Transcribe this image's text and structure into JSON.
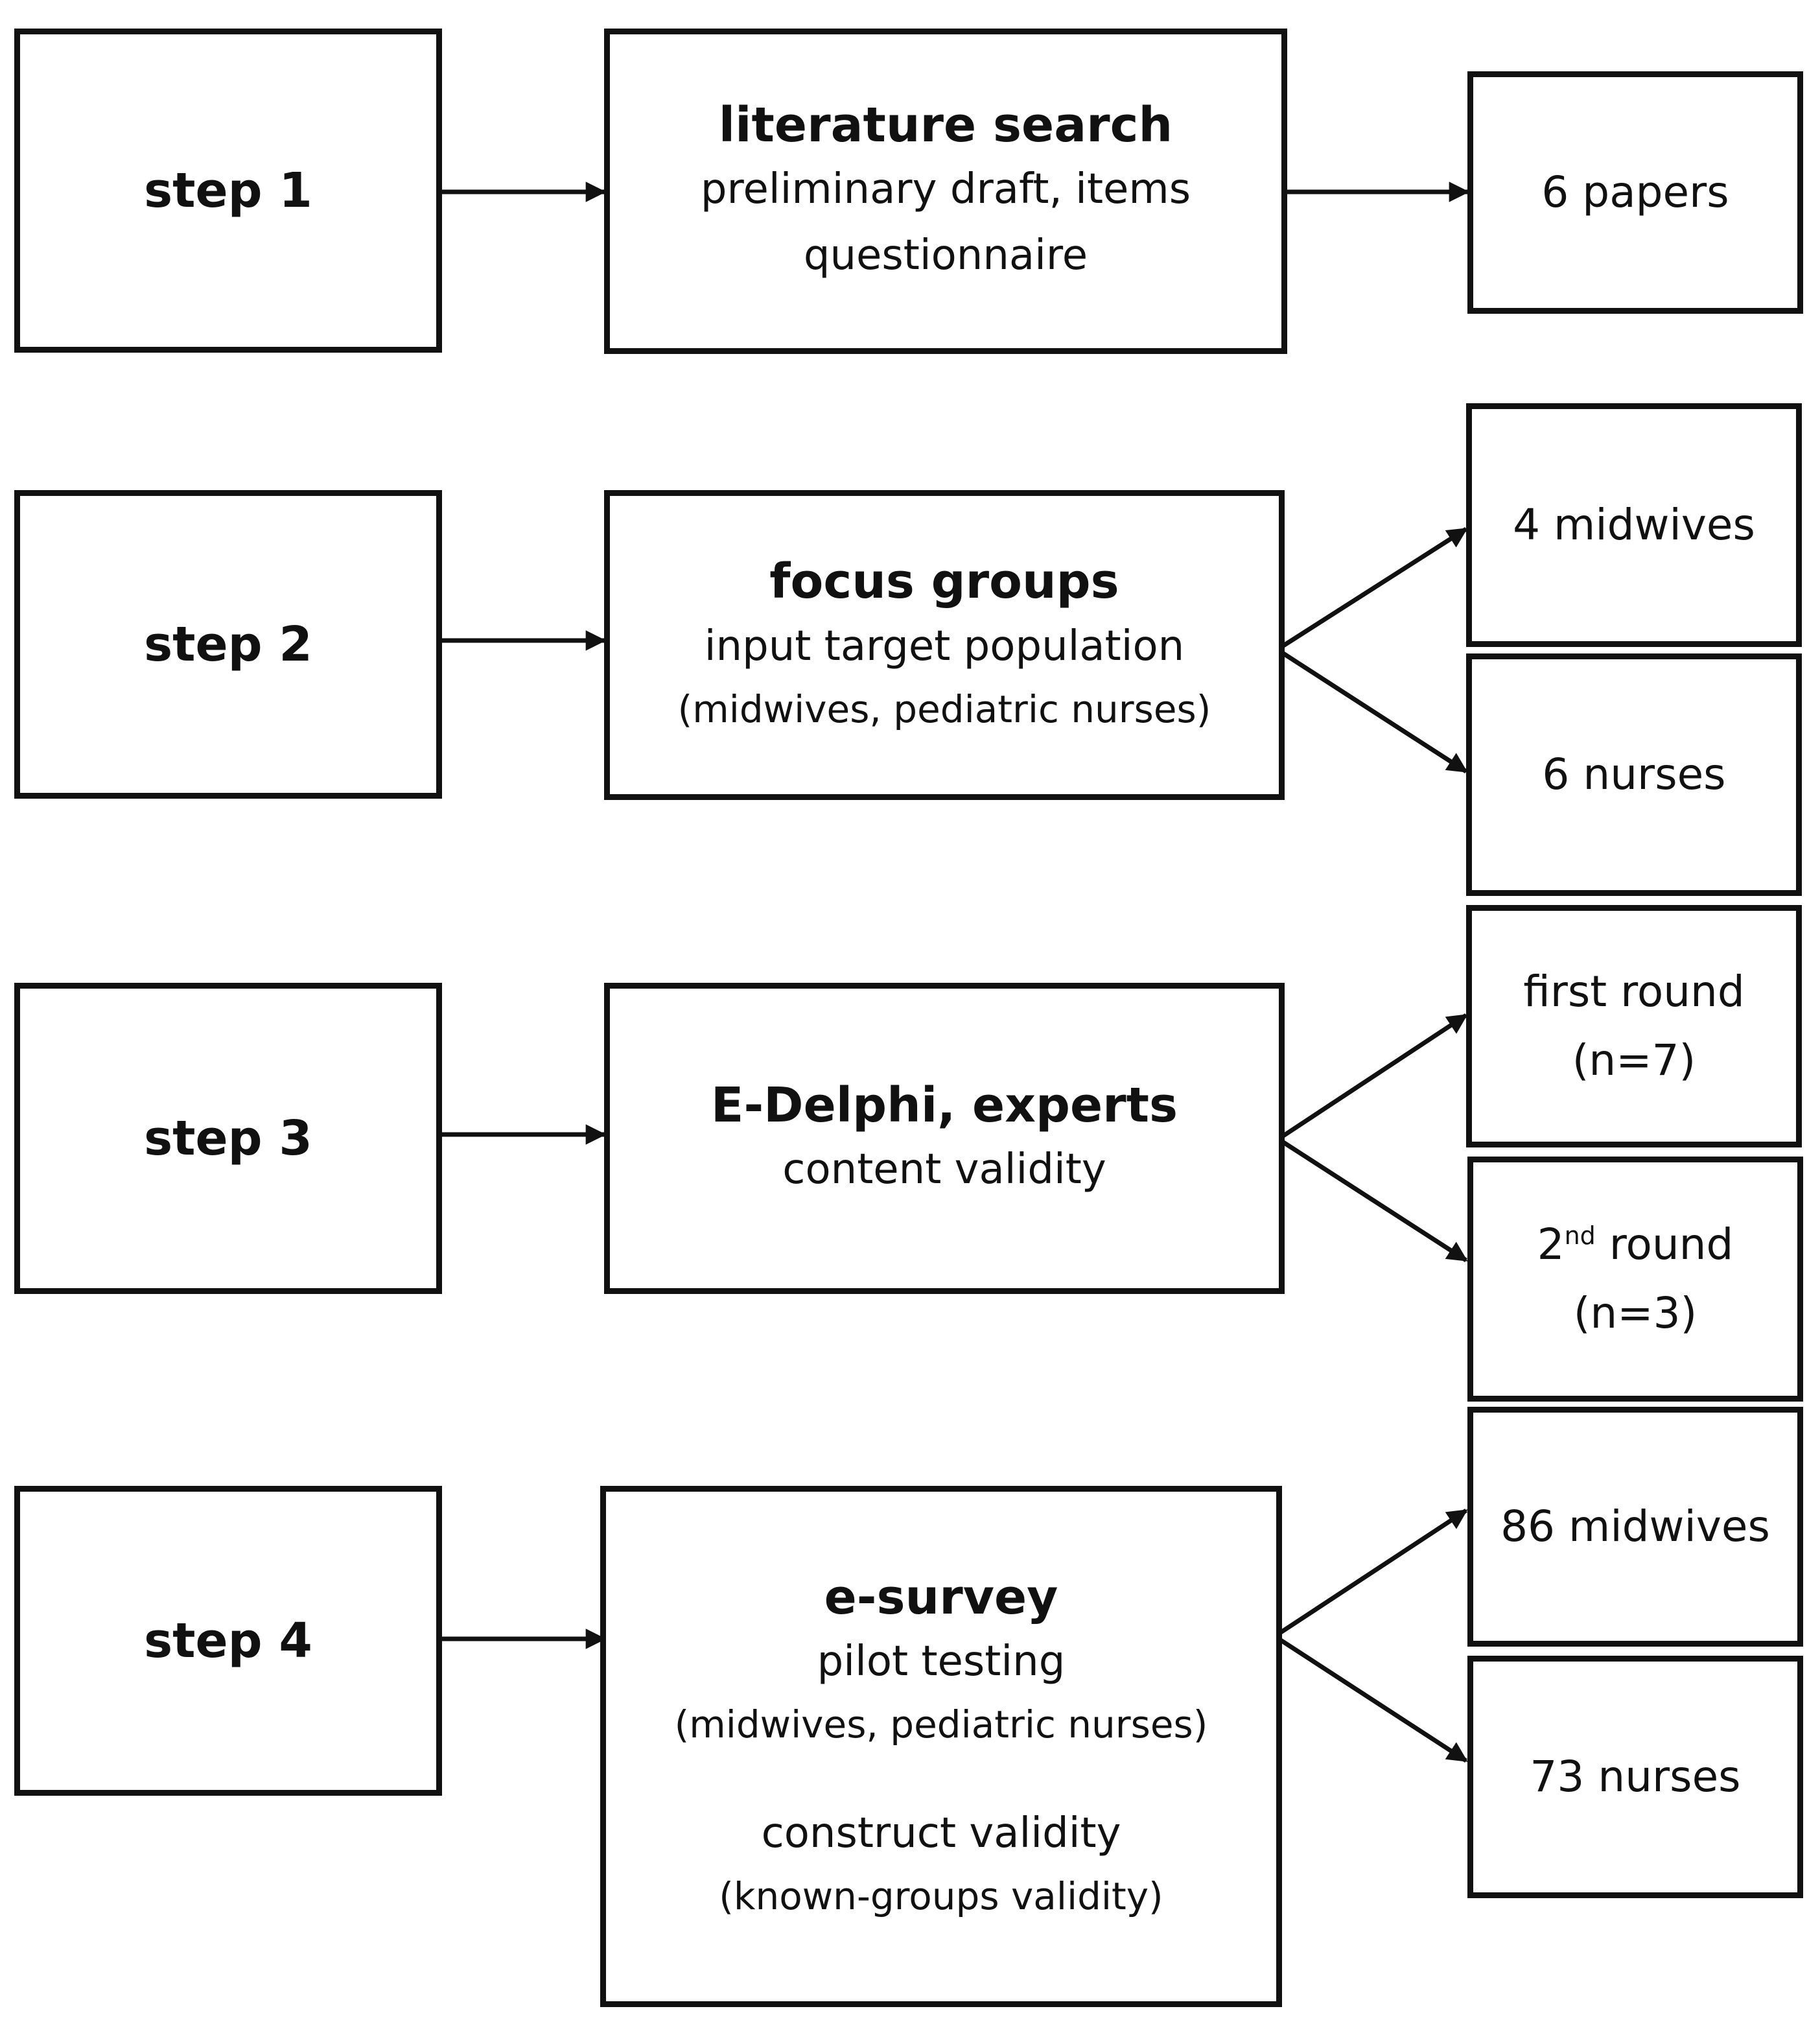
{
  "steps": [
    {
      "label": "step 1",
      "process": {
        "title": "literature search",
        "lines": [
          "preliminary draft, items",
          "questionnaire"
        ]
      },
      "results": [
        "6 papers"
      ]
    },
    {
      "label": "step 2",
      "process": {
        "title": "focus groups",
        "lines": [
          "input target population",
          "(midwives, pediatric nurses)"
        ]
      },
      "results": [
        "4 midwives",
        "6 nurses"
      ]
    },
    {
      "label": "step 3",
      "process": {
        "title": "E-Delphi, experts",
        "lines": [
          "content validity"
        ]
      },
      "results": [
        {
          "line1": "first round",
          "line2": "(n=7)"
        },
        {
          "base": "2",
          "sup": "nd",
          "rest": " round",
          "line2": "(n=3)"
        }
      ]
    },
    {
      "label": "step 4",
      "process": {
        "title": "e-survey",
        "lines": [
          "pilot testing",
          "(midwives, pediatric nurses)",
          "construct validity",
          "(known-groups validity)"
        ]
      },
      "results": [
        "86 midwives",
        "73 nurses"
      ]
    }
  ]
}
